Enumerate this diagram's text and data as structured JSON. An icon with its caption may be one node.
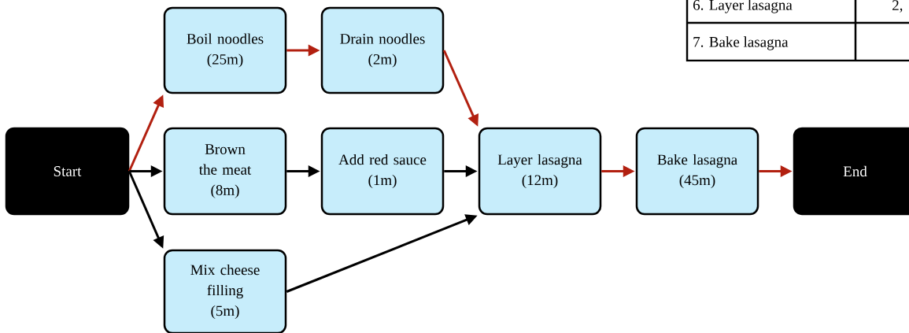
{
  "diagram": {
    "nodes": [
      {
        "text": [
          "Start"
        ]
      },
      {
        "text": [
          "Boil noodles",
          "(25m)"
        ]
      },
      {
        "text": [
          "Drain noodles",
          "(2m)"
        ]
      },
      {
        "text": [
          "Brown the meat",
          "(8m)"
        ]
      },
      {
        "text": [
          "Add red sauce",
          "(1m)"
        ]
      },
      {
        "text": [
          "Mix cheese filling",
          "(5m)"
        ]
      },
      {
        "text": [
          "Layer lasagna",
          "(12m)"
        ]
      },
      {
        "text": [
          "Bake lasagna",
          "(45m)"
        ]
      },
      {
        "text": [
          "End"
        ]
      }
    ],
    "edges": [
      {
        "from": 0,
        "to": 1,
        "arrow": "to",
        "color": "#b22010"
      },
      {
        "from": 1,
        "to": 2,
        "arrow": "to",
        "color": "#b22010"
      },
      {
        "from": 2,
        "to": 6,
        "arrow": "to",
        "color": "#b22010"
      },
      {
        "from": 0,
        "to": 3,
        "arrow": "to",
        "color": "#000000"
      },
      {
        "from": 3,
        "to": 4,
        "arrow": "to",
        "color": "#000000"
      },
      {
        "from": 4,
        "to": 6,
        "arrow": "to",
        "color": "#000000"
      },
      {
        "from": 0,
        "to": 5,
        "arrow": "to",
        "color": "#000000"
      },
      {
        "from": 5,
        "to": 6,
        "arrow": "to",
        "color": "#000000"
      },
      {
        "from": 6,
        "to": 7,
        "arrow": "to",
        "color": "#b22010"
      },
      {
        "from": 7,
        "to": 8,
        "arrow": "to",
        "color": "#b22010"
      }
    ],
    "labels": [
      "6. Layer lasagna",
      "2,",
      "7. Bake lasagna"
    ]
  }
}
